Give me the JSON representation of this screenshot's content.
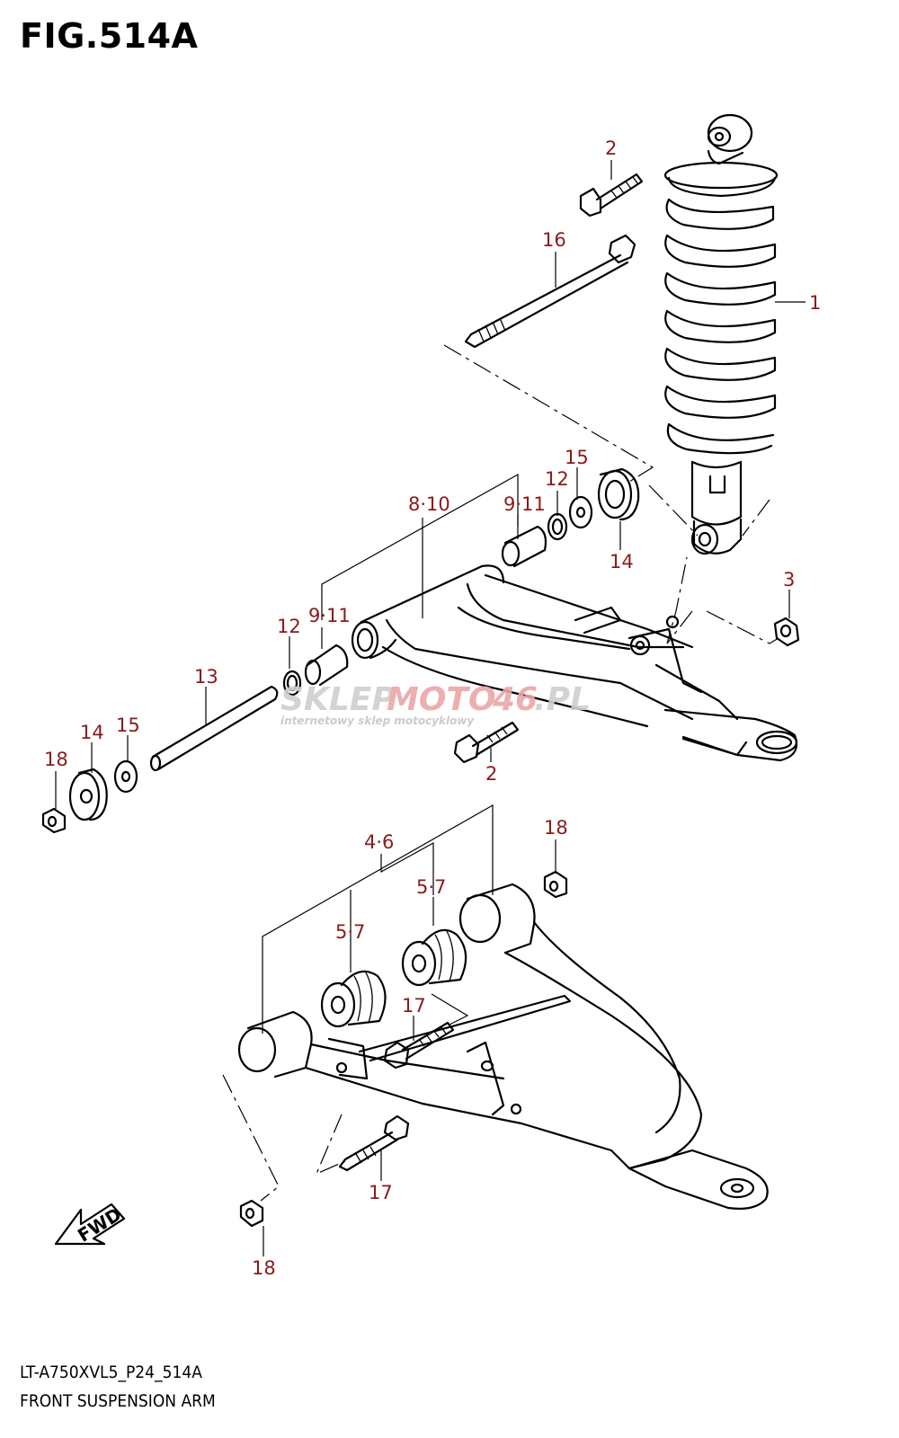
{
  "figure": {
    "title": "FIG.514A",
    "code": "LT-A750XVL5_P24_514A",
    "name": "FRONT SUSPENSION ARM"
  },
  "watermark": {
    "brand_a": "SKLEP",
    "brand_b": "MOTO",
    "brand_c": "46",
    "brand_d": ".PL",
    "tagline": "internetowy sklep motocyklowy",
    "colors": {
      "grey": "#c8c8c8",
      "red": "#e8a0a0"
    }
  },
  "direction_marker": {
    "label": "FWD",
    "icon": "forward-arrow-icon"
  },
  "callouts": [
    {
      "id": "c-1",
      "text": "1"
    },
    {
      "id": "c-2a",
      "text": "2"
    },
    {
      "id": "c-16",
      "text": "16"
    },
    {
      "id": "c-15a",
      "text": "15"
    },
    {
      "id": "c-12a",
      "text": "12"
    },
    {
      "id": "c-9-11a",
      "text": "9·11"
    },
    {
      "id": "c-8-10",
      "text": "8·10"
    },
    {
      "id": "c-14a",
      "text": "14"
    },
    {
      "id": "c-3",
      "text": "3"
    },
    {
      "id": "c-9-11b",
      "text": "9·11"
    },
    {
      "id": "c-12b",
      "text": "12"
    },
    {
      "id": "c-13",
      "text": "13"
    },
    {
      "id": "c-14b",
      "text": "14"
    },
    {
      "id": "c-15b",
      "text": "15"
    },
    {
      "id": "c-18a",
      "text": "18"
    },
    {
      "id": "c-2b",
      "text": "2"
    },
    {
      "id": "c-4-6",
      "text": "4·6"
    },
    {
      "id": "c-18b",
      "text": "18"
    },
    {
      "id": "c-5-7a",
      "text": "5·7"
    },
    {
      "id": "c-5-7b",
      "text": "5·7"
    },
    {
      "id": "c-17a",
      "text": "17"
    },
    {
      "id": "c-17b",
      "text": "17"
    },
    {
      "id": "c-18c",
      "text": "18"
    }
  ],
  "colors": {
    "callout": "#8b1a1a",
    "line": "#000000"
  }
}
